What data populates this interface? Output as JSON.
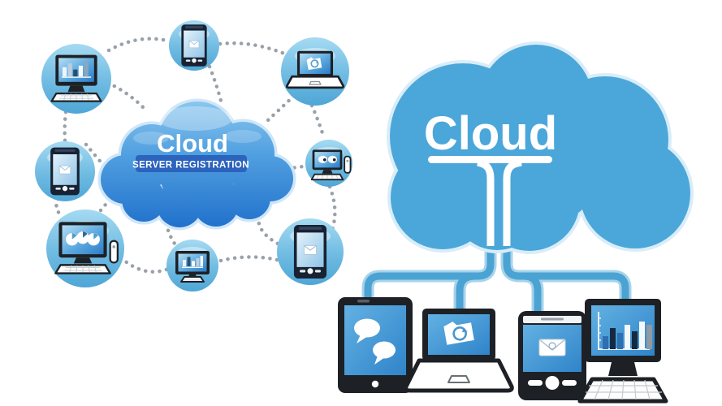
{
  "title": "Cloud server registration diagram",
  "left_diagram": {
    "cloud_label": "Cloud",
    "banner_label": "SERVER REGISTRATION",
    "nodes": [
      {
        "icon": "desktop-bar-chart-icon"
      },
      {
        "icon": "smartphone-mail-icon"
      },
      {
        "icon": "laptop-folder-icon"
      },
      {
        "icon": "smartphone-mail-icon"
      },
      {
        "icon": "monitor-webcam-eyes-icon"
      },
      {
        "icon": "desktop-pie-charts-icon"
      },
      {
        "icon": "monitor-bar-chart-icon"
      },
      {
        "icon": "smartphone-mail-icon"
      }
    ]
  },
  "right_diagram": {
    "cloud_label": "Cloud",
    "devices": [
      {
        "icon": "tablet-chat-bubbles-icon"
      },
      {
        "icon": "laptop-folder-sync-icon"
      },
      {
        "icon": "smartphone-envelope-icon"
      },
      {
        "icon": "desktop-bar-chart-icon"
      }
    ]
  },
  "colors": {
    "left_cloud_top": "#8cc8ef",
    "left_cloud_bottom": "#2070cc",
    "left_cloud_halo": "#cfe6f8",
    "banner_bg": "#2b63bd",
    "node_circle_top": "#a5daf2",
    "node_circle_bottom": "#4fa6d6",
    "dots": "#9aa1a8",
    "right_cloud": "#4ba7d9",
    "right_cloud_halo": "#d9edf8",
    "connector": "#4ba3d3",
    "connector_casing": "#a7d3ea",
    "device_frame": "#1d2126",
    "white": "#ffffff"
  }
}
